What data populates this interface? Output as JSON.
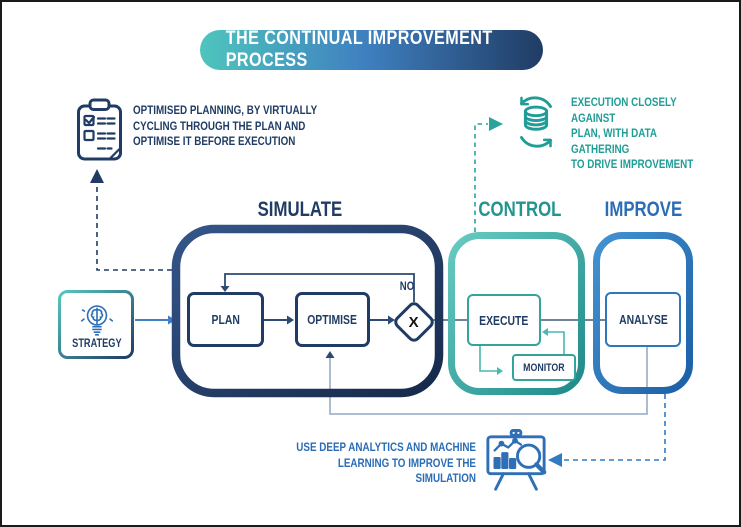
{
  "title": "THE CONTINUAL IMPROVEMENT PROCESS",
  "sections": {
    "simulate": {
      "label": "SIMULATE"
    },
    "control": {
      "label": "CONTROL"
    },
    "improve": {
      "label": "IMPROVE"
    }
  },
  "nodes": {
    "strategy": {
      "label": "STRATEGY"
    },
    "plan": {
      "label": "PLAN"
    },
    "optimise": {
      "label": "OPTIMISE"
    },
    "decision": {
      "label": "X",
      "branch_label": "NO"
    },
    "execute": {
      "label": "EXECUTE"
    },
    "monitor": {
      "label": "MONITOR"
    },
    "analyse": {
      "label": "ANALYSE"
    }
  },
  "annotations": {
    "top_left": {
      "icon": "clipboard-checklist-icon",
      "lines": [
        "OPTIMISED PLANNING, BY VIRTUALLY",
        "CYCLING THROUGH THE PLAN AND",
        "OPTIMISE IT BEFORE EXECUTION"
      ]
    },
    "top_right": {
      "icon": "data-sync-icon",
      "lines": [
        "EXECUTION CLOSELY AGAINST",
        "PLAN, WITH DATA GATHERING",
        "TO DRIVE IMPROVEMENT"
      ]
    },
    "bottom": {
      "icon": "analytics-presentation-icon",
      "lines": [
        "USE DEEP ANALYTICS AND MACHINE",
        "LEARNING TO IMPROVE THE SIMULATION"
      ]
    }
  },
  "colors": {
    "navy": "#203c64",
    "teal": "#1f9d96",
    "blue": "#2a6cb5",
    "light_connector": "#a3b5cc",
    "title_gradient": [
      "#4ec5bd",
      "#3f80c0",
      "#203c64"
    ],
    "control_gradient": [
      "#68cbc2",
      "#1e8a89"
    ],
    "improve_gradient": [
      "#4493d1",
      "#1b5fa6"
    ],
    "strategy_border_gradient": [
      "#56c8c0",
      "#203c64"
    ]
  }
}
